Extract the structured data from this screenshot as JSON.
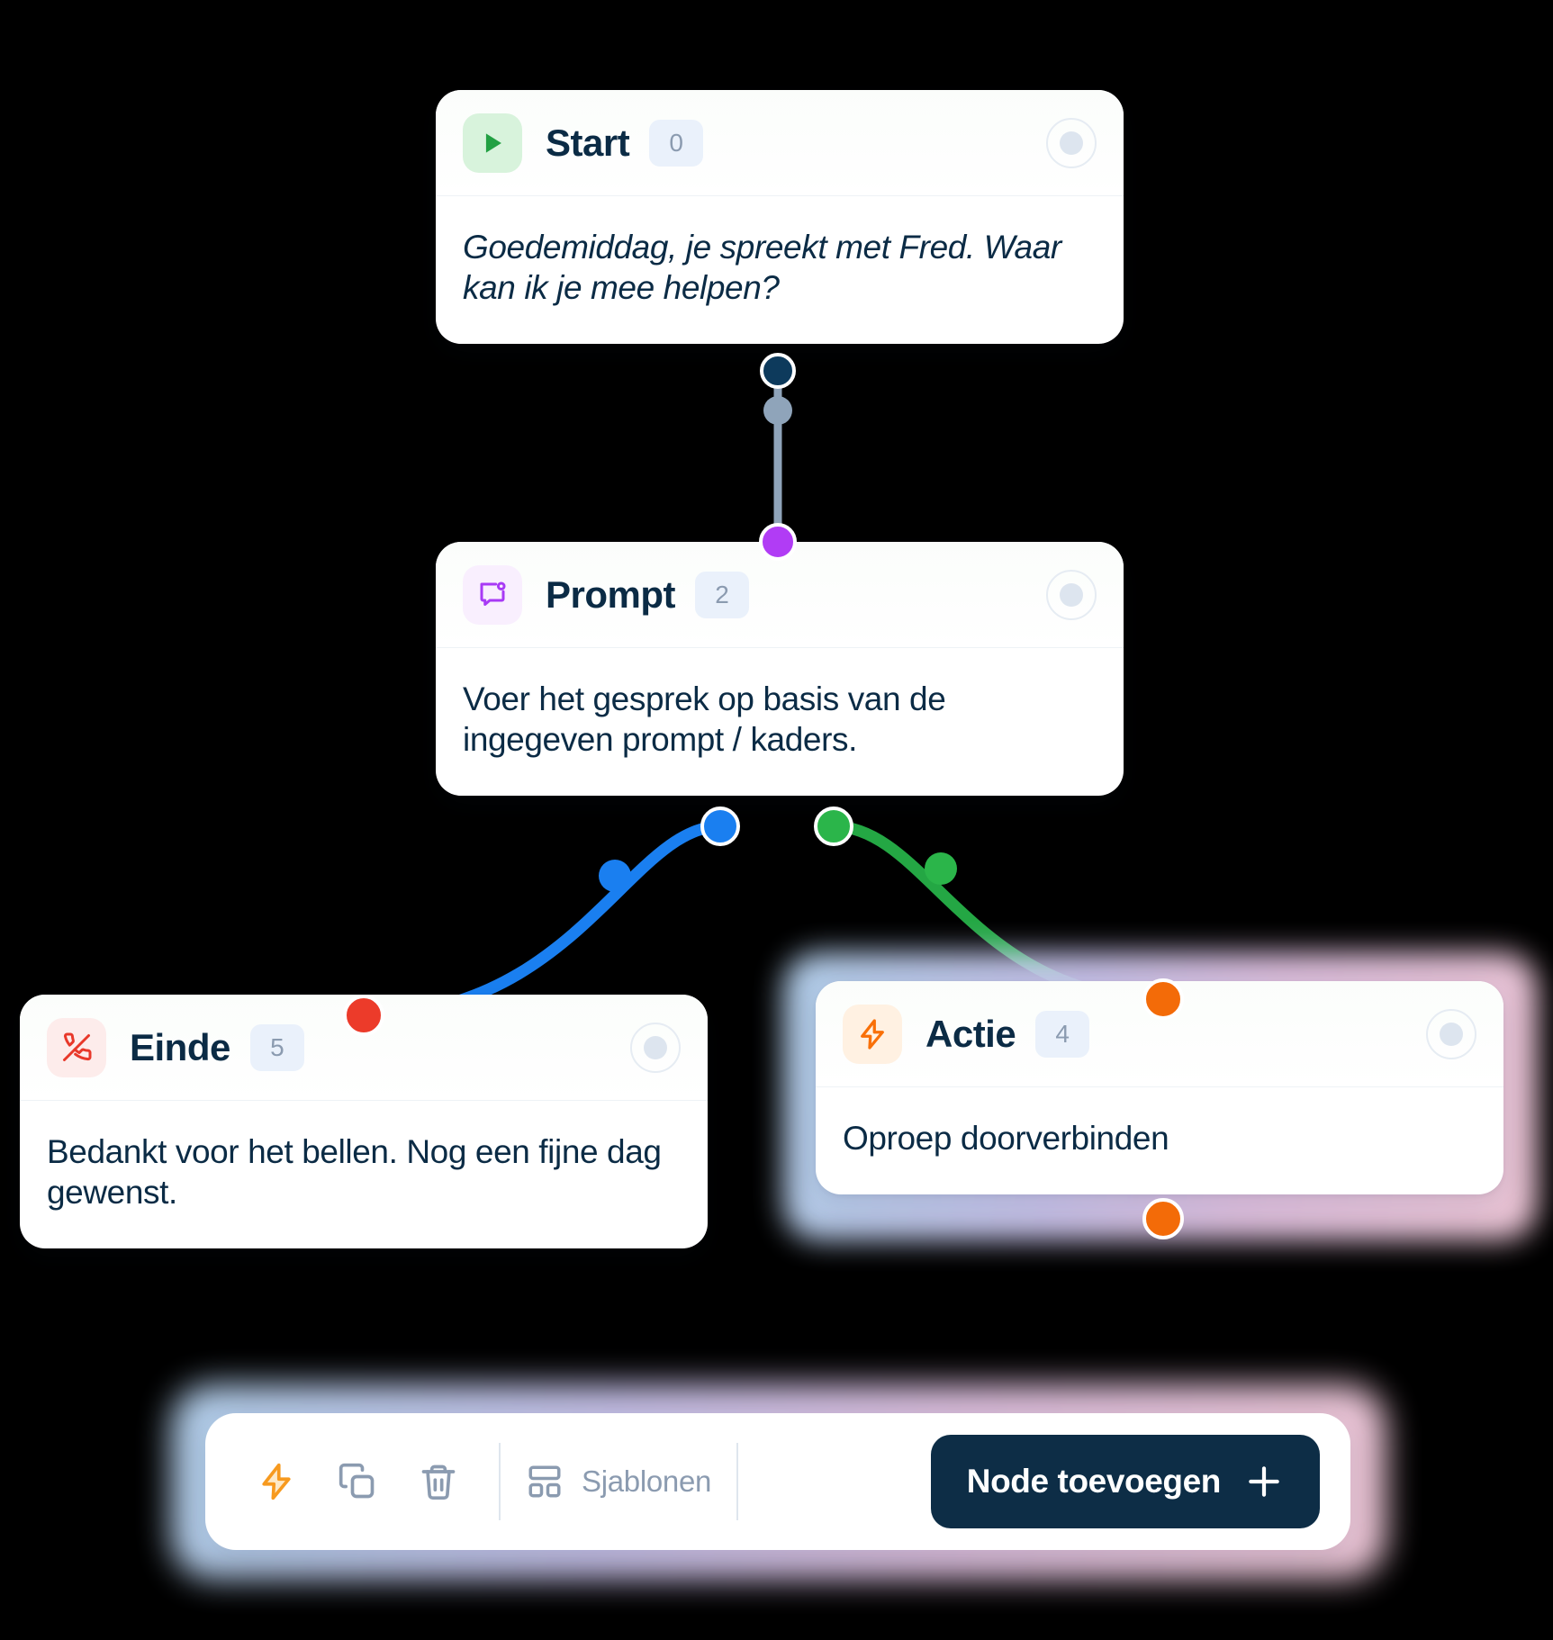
{
  "flow": {
    "nodes": [
      {
        "id": "start",
        "title": "Start",
        "badge": "0",
        "icon": "play-icon",
        "body": "Goedemiddag, je spreekt met Fred. Waar kan ik je mee helpen?",
        "accent": "#22a043",
        "chip": "#d8f3dc",
        "selected": "false"
      },
      {
        "id": "prompt",
        "title": "Prompt",
        "badge": "2",
        "icon": "message-square-dot-icon",
        "body": "Voer het gesprek op basis van de ingegeven prompt / kaders.",
        "accent": "#a83af5",
        "chip": "#f9effe",
        "selected": "false"
      },
      {
        "id": "einde",
        "title": "Einde",
        "badge": "5",
        "icon": "phone-off-icon",
        "body": "Bedankt voor het bellen. Nog een fijne dag gewenst.",
        "accent": "#e8382a",
        "chip": "#fdeceb",
        "selected": "false"
      },
      {
        "id": "actie",
        "title": "Actie",
        "badge": "4",
        "icon": "zap-icon",
        "body": "Oproep doorverbinden",
        "accent": "#f97008",
        "chip": "#fff1e2",
        "selected": "true"
      }
    ],
    "edges": [
      {
        "id": "start-prompt",
        "from": "start",
        "to": "prompt",
        "color": "#8fa4ba",
        "style": "straight"
      },
      {
        "id": "prompt-einde",
        "from": "prompt",
        "to": "einde",
        "color": "#1a7ff0",
        "style": "curve"
      },
      {
        "id": "prompt-actie",
        "from": "prompt",
        "to": "actie",
        "color": "#24a744",
        "style": "curve"
      }
    ],
    "handle_colors": {
      "start_out": "#0d3a5c",
      "edge_mid_gray": "#8fa4ba",
      "prompt_in": "#b13cf5",
      "prompt_out_left": "#1a7ff0",
      "prompt_out_right": "#2bb54a",
      "einde_in": "#ec3b2a",
      "actie_in": "#f36b08",
      "actie_out": "#f36b08"
    }
  },
  "toolbar": {
    "actions": [
      {
        "name": "zap-icon",
        "label": ""
      },
      {
        "name": "copy-icon",
        "label": ""
      },
      {
        "name": "trash-icon",
        "label": ""
      }
    ],
    "templates_label": "Sjablonen",
    "templates_icon": "layout-template-icon",
    "cta_label": "Node toevoegen",
    "cta_icon": "plus-icon",
    "cta_bg": "#0d2d46"
  }
}
